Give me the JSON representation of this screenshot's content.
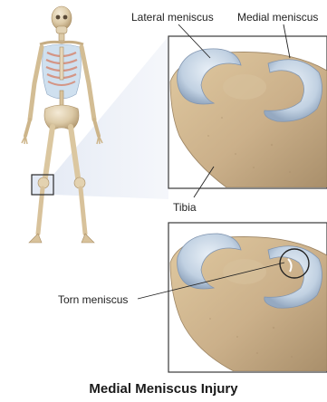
{
  "labels": {
    "lateral_meniscus": "Lateral meniscus",
    "medial_meniscus": "Medial meniscus",
    "tibia": "Tibia",
    "torn_meniscus": "Torn meniscus"
  },
  "title": "Medial Meniscus Injury",
  "colors": {
    "bone": "#e9dcc3",
    "bone_shade": "#c7b08a",
    "meniscus": "#c3d4e4",
    "rib_blue": "#a9c3de",
    "rib_red": "#d89a8a",
    "panel_border": "#3a3a3a",
    "zoom_wedge": "#e6eaf4"
  }
}
